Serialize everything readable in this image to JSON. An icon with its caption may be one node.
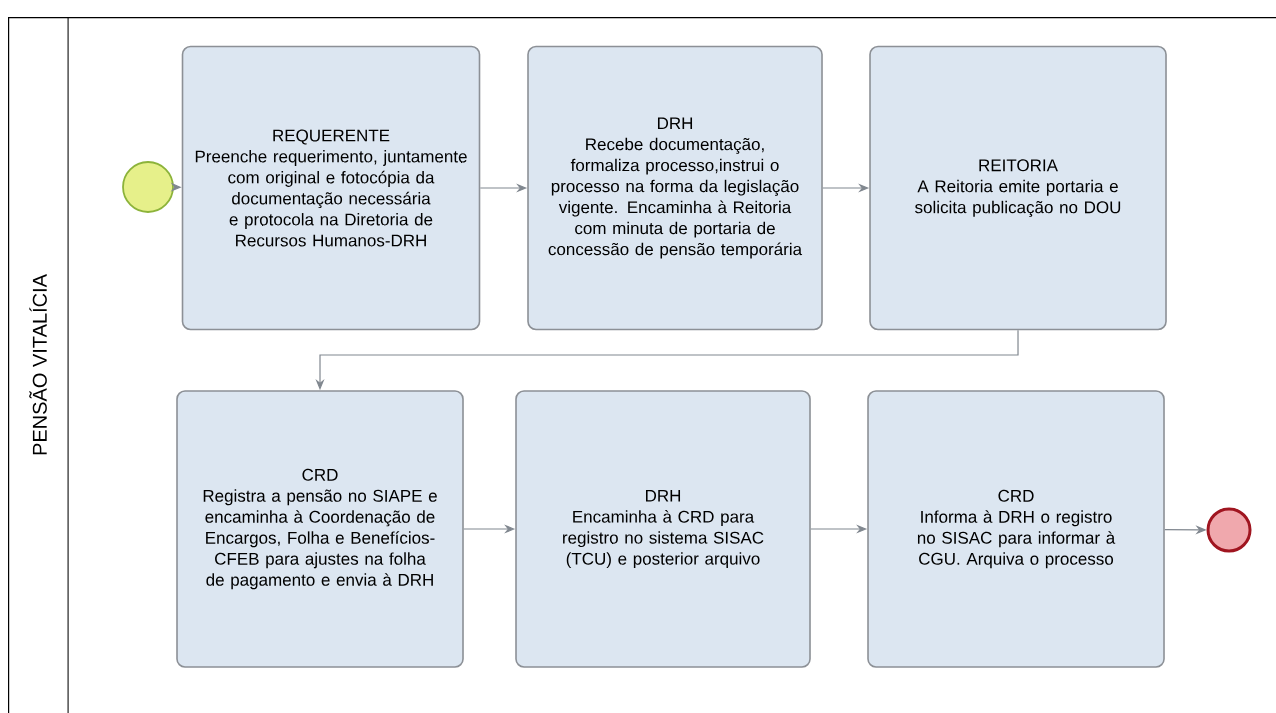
{
  "diagram": {
    "nodes": [
      {
        "text": [
          "PENSÃO VITALÍCIA"
        ]
      },
      {
        "text": [],
        "shape": "circle",
        "in": 0
      },
      {
        "text": [
          "REQUERENTE",
          "Preenche requerimento, juntamente com original e fotocópia da documentação necessária e protocola na Diretoria de Recursos Humanos-DRH"
        ],
        "in": 0
      },
      {
        "text": [
          "DRH",
          "Recebe documentação, formaliza processo,instrui o processo na forma da legislação vigente. Encaminha à Reitoria com minuta de portaria de concessão de pensão temporária"
        ],
        "in": 0
      },
      {
        "text": [
          "REITORIA",
          "A Reitoria emite portaria e solicita publicação no DOU"
        ],
        "in": 0
      },
      {
        "text": [
          "CRD",
          "Registra a pensão no SIAPE e encaminha à Coordenação de Encargos, Folha e Benefícios-CFEB para ajustes na folha de pagamento e envia à DRH"
        ],
        "in": 0
      },
      {
        "text": [
          "DRH",
          "Encaminha à CRD para registro no sistema SISAC (TCU) e posterior arquivo"
        ],
        "in": 0
      },
      {
        "text": [
          "CRD",
          "Informa à DRH o registro no SISAC para informar à CGU. Arquiva o processo"
        ],
        "in": 0
      },
      {
        "text": [],
        "shape": "circle",
        "in": 0
      }
    ],
    "edges": [
      {
        "from": 1,
        "to": 2,
        "arrow": "to"
      },
      {
        "from": 2,
        "to": 3,
        "arrow": "to"
      },
      {
        "from": 3,
        "to": 4,
        "arrow": "to"
      },
      {
        "from": 4,
        "to": 5,
        "arrow": "to"
      },
      {
        "from": 5,
        "to": 6,
        "arrow": "to"
      },
      {
        "from": 6,
        "to": 7,
        "arrow": "to"
      },
      {
        "from": 7,
        "to": 8,
        "arrow": "to"
      }
    ]
  }
}
